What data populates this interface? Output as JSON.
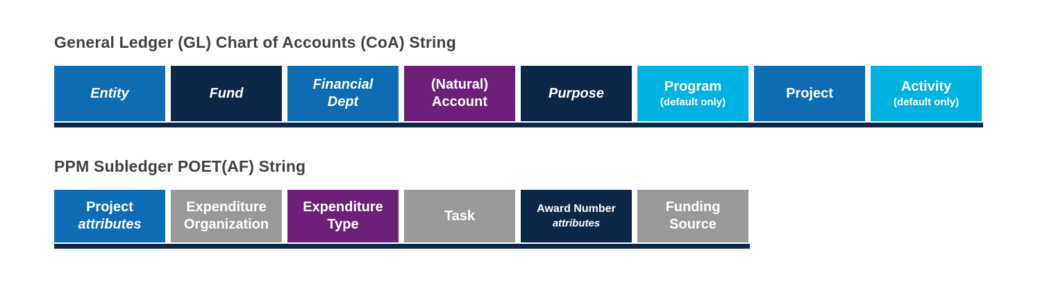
{
  "colors": {
    "blue": "#0d6cb3",
    "navy": "#0d2747",
    "purple": "#6d2077",
    "cyan": "#00b2e2",
    "gray": "#97999b",
    "bar": "#0d2747",
    "title_text": "#414042",
    "background": "#ffffff"
  },
  "rows": [
    {
      "id": "gl",
      "title": "General Ledger (GL) Chart of Accounts (CoA) String",
      "blocks": [
        {
          "color": "blue",
          "lines": [
            {
              "text": "Entity",
              "italic": true
            }
          ]
        },
        {
          "color": "navy",
          "lines": [
            {
              "text": "Fund",
              "italic": true
            }
          ]
        },
        {
          "color": "blue",
          "lines": [
            {
              "text": "Financial",
              "italic": true
            },
            {
              "text": "Dept",
              "italic": true
            }
          ]
        },
        {
          "color": "purple",
          "lines": [
            {
              "text": "(Natural)"
            },
            {
              "text": "Account"
            }
          ]
        },
        {
          "color": "navy",
          "lines": [
            {
              "text": "Purpose",
              "italic": true
            }
          ]
        },
        {
          "color": "cyan",
          "lines": [
            {
              "text": "Program"
            },
            {
              "text": "(default only)",
              "small": true
            }
          ]
        },
        {
          "color": "blue",
          "lines": [
            {
              "text": "Project"
            }
          ]
        },
        {
          "color": "cyan",
          "lines": [
            {
              "text": "Activity"
            },
            {
              "text": "(default only)",
              "small": true
            }
          ]
        }
      ]
    },
    {
      "id": "ppm",
      "title": "PPM Subledger POET(AF) String",
      "blocks": [
        {
          "color": "blue",
          "lines": [
            {
              "text": "Project"
            },
            {
              "text": "attributes",
              "italic": true
            }
          ]
        },
        {
          "color": "gray",
          "lines": [
            {
              "text": "Expenditure"
            },
            {
              "text": "Organization"
            }
          ]
        },
        {
          "color": "purple",
          "lines": [
            {
              "text": "Expenditure"
            },
            {
              "text": "Type"
            }
          ]
        },
        {
          "color": "gray",
          "lines": [
            {
              "text": "Task"
            }
          ]
        },
        {
          "color": "navy",
          "compact": true,
          "lines": [
            {
              "text": "Award Number"
            },
            {
              "text": "attributes",
              "italic": true
            }
          ]
        },
        {
          "color": "gray",
          "lines": [
            {
              "text": "Funding"
            },
            {
              "text": "Source"
            }
          ]
        }
      ]
    }
  ]
}
